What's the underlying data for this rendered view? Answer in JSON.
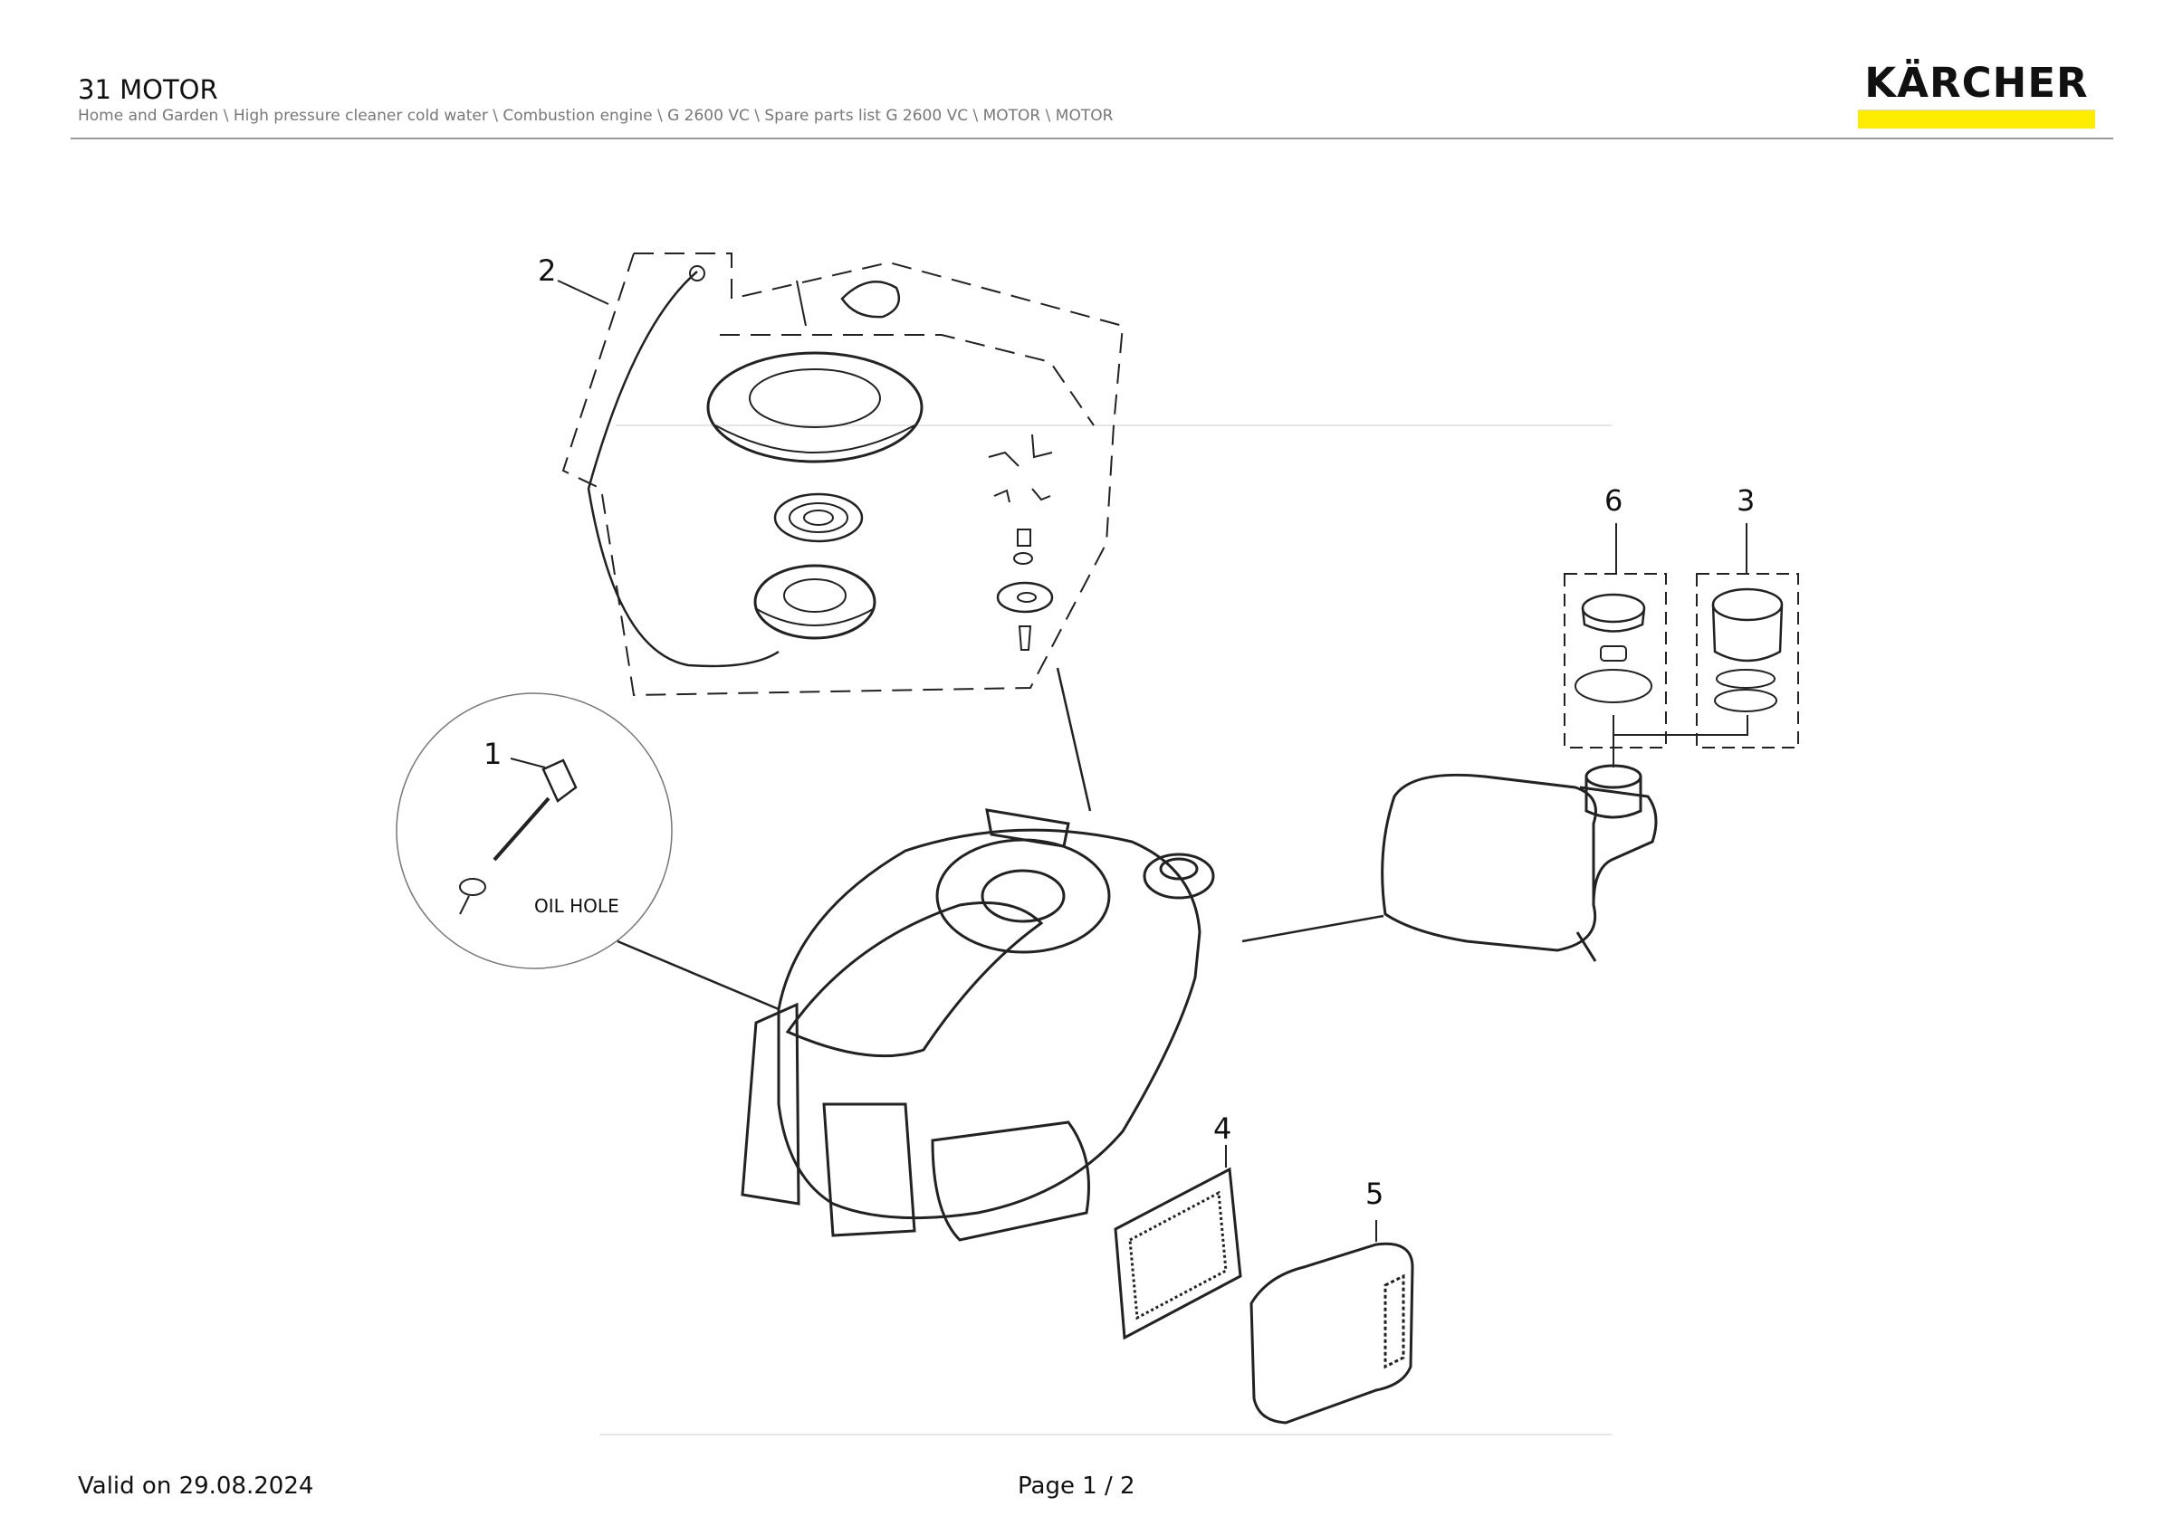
{
  "header": {
    "title": "31 MOTOR",
    "breadcrumb": "Home and Garden \\ High pressure cleaner cold water \\ Combustion engine \\ G 2600 VC \\ Spare parts list G 2600 VC \\ MOTOR \\ MOTOR",
    "logo": "KÄRCHER",
    "logo_bar_color": "#ffed00"
  },
  "drawing": {
    "callouts": [
      "1",
      "2",
      "3",
      "4",
      "5",
      "6"
    ],
    "oil_hole_label": "OIL HOLE"
  },
  "footer": {
    "valid_on": "Valid on 29.08.2024",
    "page": "Page 1 / 2"
  }
}
